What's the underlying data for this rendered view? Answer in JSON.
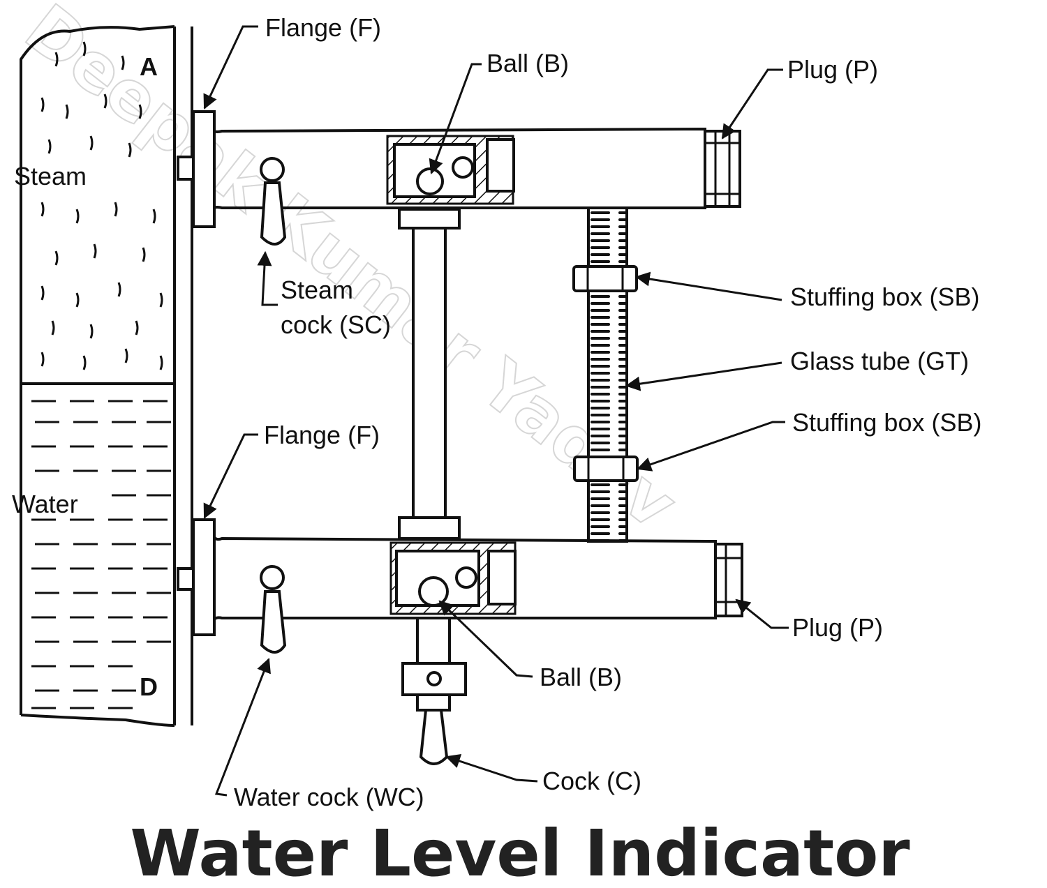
{
  "diagram": {
    "title": "Water Level Indicator",
    "watermark": "Deepak Kumar Yadav",
    "labels": {
      "flange_top": "Flange (F)",
      "ball_top": "Ball (B)",
      "plug_top": "Plug (P)",
      "steam": "Steam",
      "point_a": "A",
      "steam_cock_line1": "Steam",
      "steam_cock_line2": "cock (SC)",
      "stuffing_box_top": "Stuffing box (SB)",
      "glass_tube": "Glass tube (GT)",
      "stuffing_box_bottom": "Stuffing box (SB)",
      "flange_bottom": "Flange (F)",
      "water": "Water",
      "plug_bottom": "Plug (P)",
      "point_d": "D",
      "ball_bottom": "Ball (B)",
      "cock": "Cock (C)",
      "water_cock": "Water cock (WC)"
    }
  }
}
